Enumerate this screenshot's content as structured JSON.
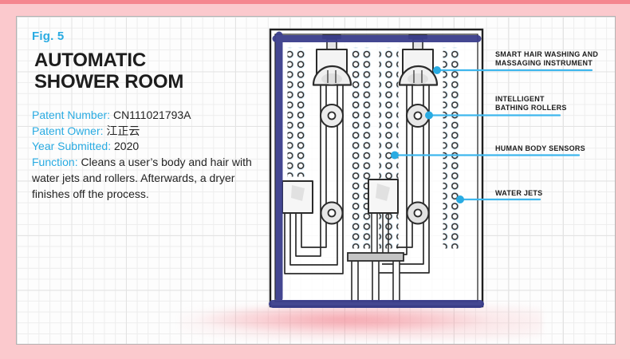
{
  "figure": {
    "fig_label": "Fig. 5",
    "title": "AUTOMATIC\nSHOWER ROOM"
  },
  "patent": {
    "fields": [
      {
        "label": "Patent Number:",
        "value": "CN111021793A"
      },
      {
        "label": "Patent Owner:",
        "value": "江正云"
      },
      {
        "label": "Year Submitted:",
        "value": "2020"
      },
      {
        "label": "Function:",
        "value": "Cleans a user’s body and hair with water jets and rollers. Afterwards, a dryer finishes off the process."
      }
    ]
  },
  "callouts": [
    {
      "label": "SMART HAIR WASHING AND\nMASSAGING INSTRUMENT",
      "target": "hair-washing-dome"
    },
    {
      "label": "INTELLIGENT\nBATHING ROLLERS",
      "target": "upper-roller-right"
    },
    {
      "label": "HUMAN BODY SENSORS",
      "target": "sensor-area-center"
    },
    {
      "label": "WATER JETS",
      "target": "jet-column-right"
    }
  ],
  "colors": {
    "accent_blue": "#29ABE2",
    "callout_line_blue": "#3FB7ED",
    "marker_navy": "#3B3E8C",
    "border_pink": "#FBC9CD",
    "strip_pink": "#F5868F",
    "smudge_pink": "#F28B96",
    "ink": "#2B2B2B"
  }
}
